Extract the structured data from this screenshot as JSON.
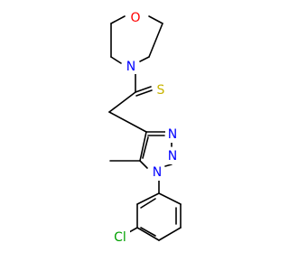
{
  "molecule": {
    "atoms": {
      "O": {
        "text": "O",
        "color": "#ff0000"
      },
      "N_morpholine": {
        "text": "N",
        "color": "#0000ff"
      },
      "S": {
        "text": "S",
        "color": "#c8b400"
      },
      "N2": {
        "text": "N",
        "color": "#0000ff"
      },
      "N3": {
        "text": "N",
        "color": "#0000ff"
      },
      "N1": {
        "text": "N",
        "color": "#0000ff"
      },
      "Cl": {
        "text": "Cl",
        "color": "#00a000"
      }
    }
  }
}
